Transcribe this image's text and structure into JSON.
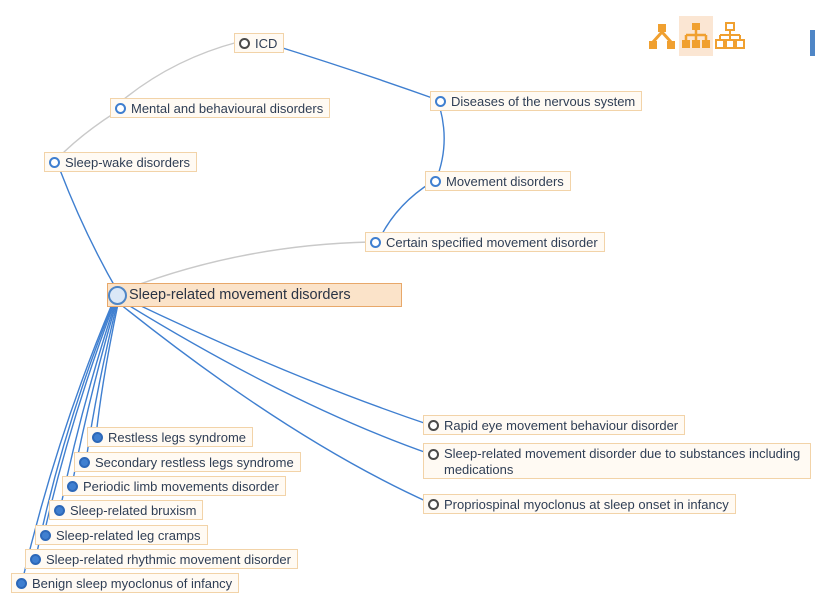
{
  "colors": {
    "edge": "#3f7fd0",
    "edge_gray": "#c9c9c9",
    "node_bg": "#fffaf3",
    "node_border": "#f2d3a8",
    "focus_bg": "#fbe3c9",
    "toolbar_orange": "#f0a030"
  },
  "toolbar": {
    "icons": [
      "hierarchy-tree-icon",
      "org-chart-icon",
      "network-tree-icon"
    ]
  },
  "nodes": {
    "icd": "ICD",
    "mental": "Mental and behavioural disorders",
    "sleepwake": "Sleep-wake disorders",
    "nervous": "Diseases of the nervous system",
    "movement": "Movement disorders",
    "certain": "Certain specified movement disorder",
    "focus": "Sleep-related movement disorders",
    "rem": "Rapid eye movement behaviour disorder",
    "substances": "Sleep-related movement disorder due to substances including medications",
    "propriospinal": "Propriospinal myoclonus at sleep onset in infancy",
    "restless": "Restless legs syndrome",
    "secondary": "Secondary restless legs syndrome",
    "periodic": "Periodic limb movements disorder",
    "bruxism": "Sleep-related bruxism",
    "cramps": "Sleep-related leg cramps",
    "rhythmic": "Sleep-related rhythmic movement disorder",
    "benign": "Benign sleep myoclonus of infancy"
  }
}
